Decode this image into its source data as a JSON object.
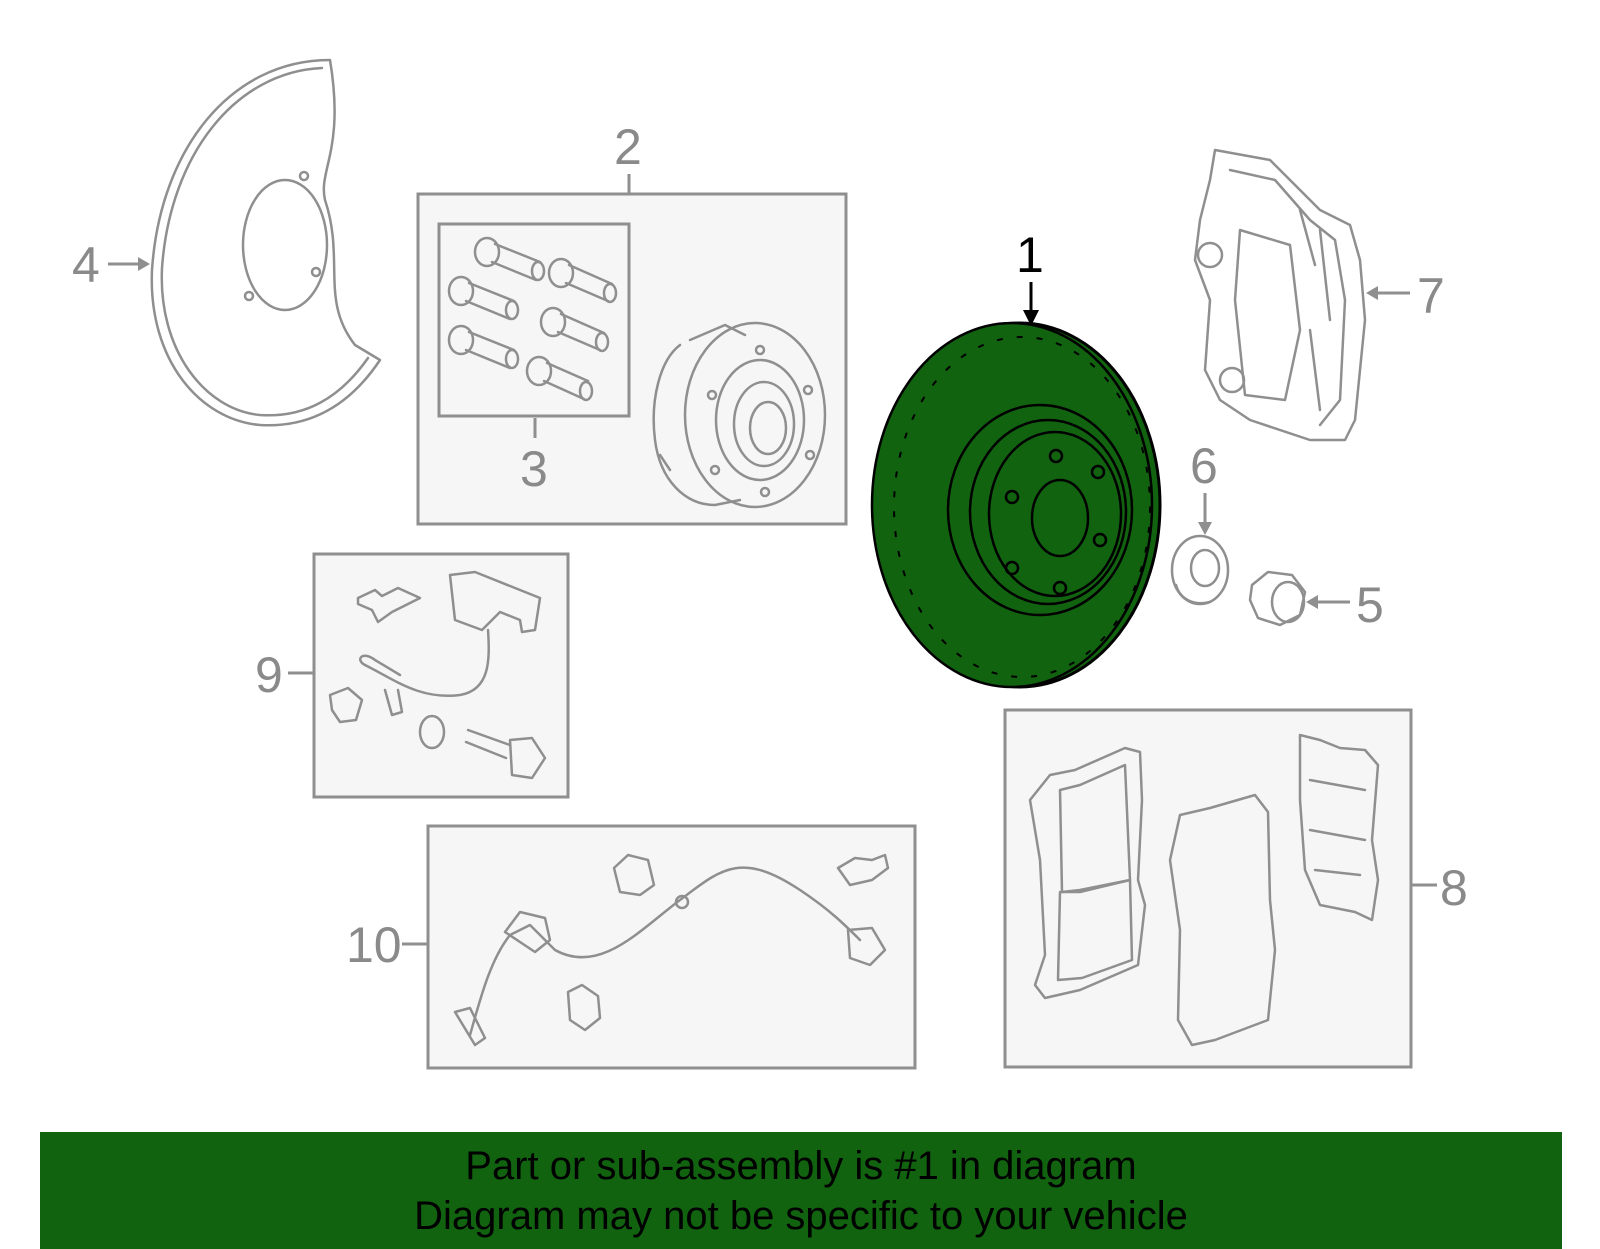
{
  "callouts": {
    "c1": "1",
    "c2": "2",
    "c3": "3",
    "c4": "4",
    "c5": "5",
    "c6": "6",
    "c7": "7",
    "c8": "8",
    "c9": "9",
    "c10": "10"
  },
  "highlight_color": "#116310",
  "part_outline_color": "#8f8f8f",
  "banner": {
    "line1": "Part or sub-assembly is #1 in diagram",
    "line2": "Diagram may not be specific to your vehicle"
  }
}
